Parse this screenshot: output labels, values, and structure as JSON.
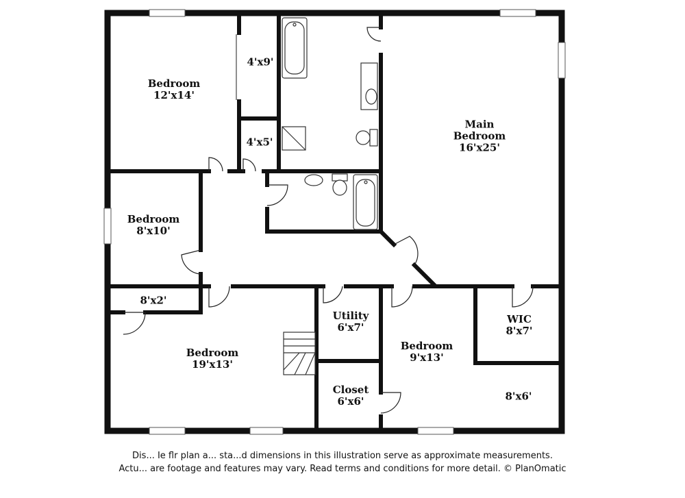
{
  "rooms": {
    "bedroom_nw": {
      "name": "Bedroom",
      "size": "12'x14'"
    },
    "closet_a": {
      "size": "4'x9'"
    },
    "closet_b": {
      "size": "4'x5'"
    },
    "main_bedroom": {
      "name_line1": "Main",
      "name_line2": "Bedroom",
      "size": "16'x25'"
    },
    "bedroom_w": {
      "name": "Bedroom",
      "size": "8'x10'"
    },
    "closet_c": {
      "size": "8'x2'"
    },
    "bedroom_sw": {
      "name": "Bedroom",
      "size": "19'x13'"
    },
    "utility": {
      "name": "Utility",
      "size": "6'x7'"
    },
    "closet_d": {
      "name": "Closet",
      "size": "6'x6'"
    },
    "bedroom_s": {
      "name": "Bedroom",
      "size": "9'x13'"
    },
    "wic": {
      "name": "WIC",
      "size": "8'x7'"
    },
    "area_se": {
      "size": "8'x6'"
    }
  },
  "disclaimer": {
    "line1": "Dis... Ie flr plan a... sta...d dimensions in this illustration serve as approximate measurements.",
    "line2": "Actu... are footage and features may vary. Read terms and conditions for more detail. © PlanOmatic"
  }
}
